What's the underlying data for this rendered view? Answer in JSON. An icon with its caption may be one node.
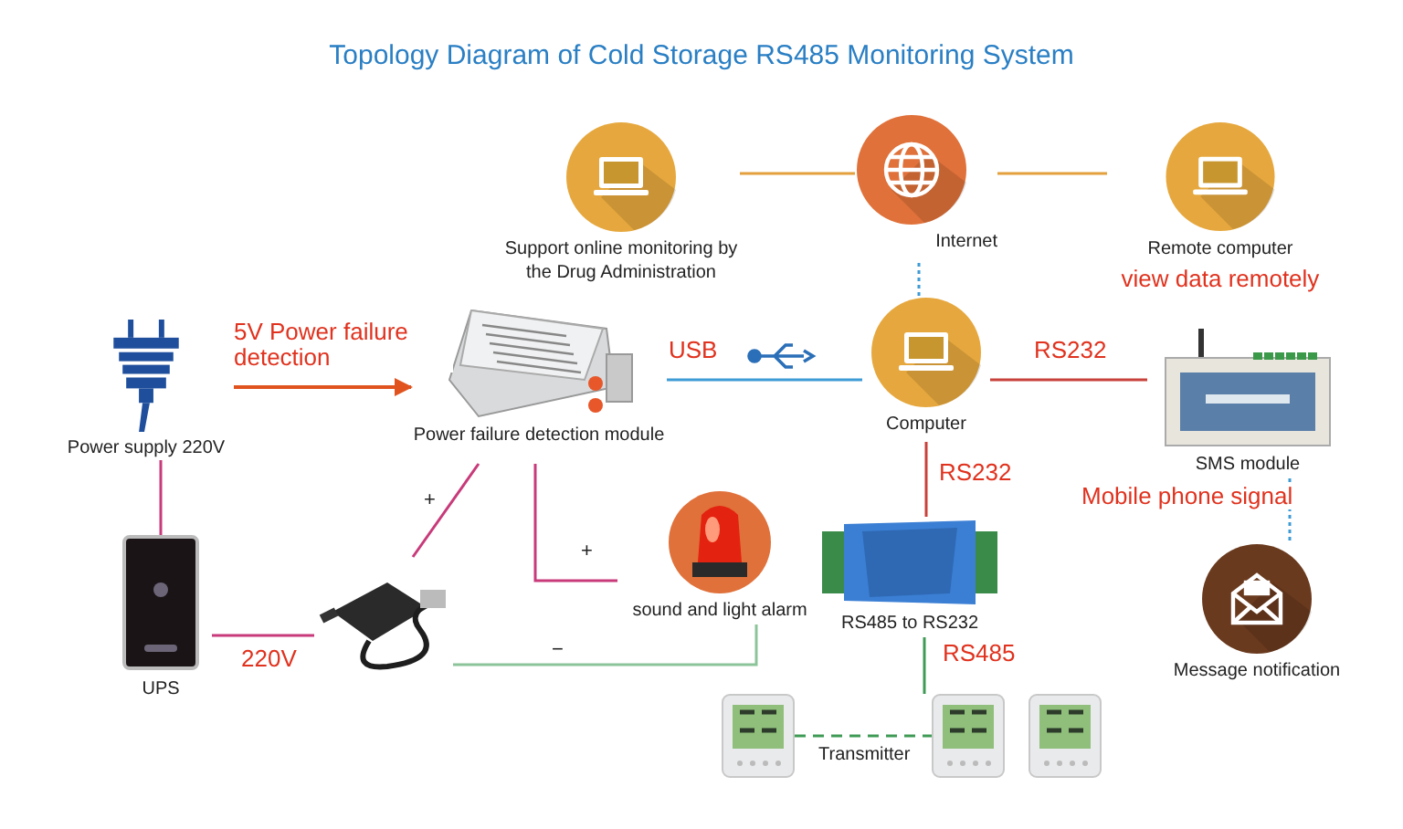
{
  "diagram": {
    "title": "Topology Diagram of Cold Storage RS485 Monitoring System",
    "nodes": [
      {
        "text": [
          "Support online monitoring by the Drug Administration"
        ]
      },
      {
        "text": [
          "Internet"
        ]
      },
      {
        "text": [
          "Remote computer"
        ],
        "beside": [
          "view data remotely"
        ]
      },
      {
        "text": [
          "Power supply 220V"
        ]
      },
      {
        "text": [
          "Power failure detection module"
        ]
      },
      {
        "text": [
          "Computer"
        ]
      },
      {
        "text": [
          "SMS module"
        ]
      },
      {
        "text": [
          "UPS"
        ]
      },
      {
        "text": [],
        "shape": "picture"
      },
      {
        "text": [
          "sound and light alarm"
        ]
      },
      {
        "text": [
          "RS485 to RS232"
        ]
      },
      {
        "text": [
          "Message notification"
        ]
      },
      {
        "text": [],
        "shape": "picture"
      },
      {
        "text": [],
        "shape": "picture"
      },
      {
        "text": [],
        "shape": "picture"
      }
    ],
    "edges": [
      {
        "from": 0,
        "to": 1,
        "arrow": "none",
        "color": "#e3a03c"
      },
      {
        "from": 1,
        "to": 2,
        "arrow": "none",
        "color": "#e3a03c"
      },
      {
        "from": 3,
        "to": 4,
        "arrow": "to",
        "label": "5V Power failure detection",
        "color": "#e0531f"
      },
      {
        "from": 4,
        "to": 5,
        "arrow": "none",
        "label": "USB",
        "color": "#3d9bd6"
      },
      {
        "from": 1,
        "to": 5,
        "arrow": "none",
        "style": "dashed",
        "color": "#3d9bd6"
      },
      {
        "from": 5,
        "to": 6,
        "arrow": "none",
        "label": "RS232",
        "color": "#c8413a"
      },
      {
        "from": 5,
        "to": 10,
        "arrow": "none",
        "label": "RS232",
        "color": "#c8413a"
      },
      {
        "from": 10,
        "to": 13,
        "arrow": "none",
        "label": "RS485",
        "color": "#3f9a55"
      },
      {
        "from": 12,
        "to": 13,
        "arrow": "none",
        "label": "Transmitter",
        "style": "dashed",
        "color": "#3f9a55"
      },
      {
        "from": 3,
        "to": 7,
        "arrow": "none",
        "color": "#c83a7a"
      },
      {
        "from": 7,
        "to": 8,
        "arrow": "none",
        "label": "220V",
        "color": "#c83a7a"
      },
      {
        "from": 8,
        "to": 4,
        "arrow": "none",
        "label": "+",
        "color": "#c83a7a"
      },
      {
        "from": 4,
        "to": 9,
        "arrow": "none",
        "label": "+",
        "color": "#c83a7a"
      },
      {
        "from": 8,
        "to": 9,
        "arrow": "none",
        "label": "−",
        "color": "#8cc49a"
      },
      {
        "from": 6,
        "to": 11,
        "arrow": "none",
        "label": "Mobile phone signal",
        "style": "dashed",
        "color": "#3d9bd6"
      }
    ]
  }
}
